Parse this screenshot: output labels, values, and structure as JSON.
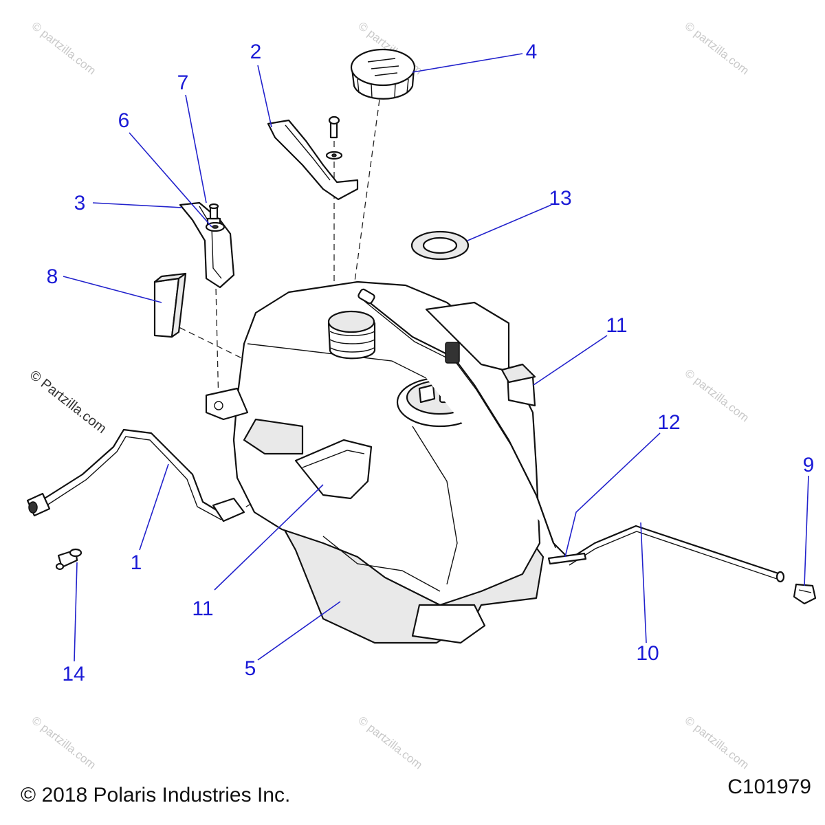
{
  "footer": {
    "copyright": "© 2018 Polaris Industries Inc.",
    "drawing_code": "C101979"
  },
  "watermark": {
    "text": "© Partzilla.com",
    "faint_text": "© partzilla.com"
  },
  "callouts": {
    "c1": "1",
    "c2": "2",
    "c3": "3",
    "c4": "4",
    "c5": "5",
    "c6": "6",
    "c7": "7",
    "c8": "8",
    "c9": "9",
    "c10": "10",
    "c11a": "11",
    "c11b": "11",
    "c12": "12",
    "c13": "13",
    "c14": "14"
  },
  "colors": {
    "callout": "#1a1ad6",
    "leader": "#2222cc",
    "line_art": "#111111"
  }
}
